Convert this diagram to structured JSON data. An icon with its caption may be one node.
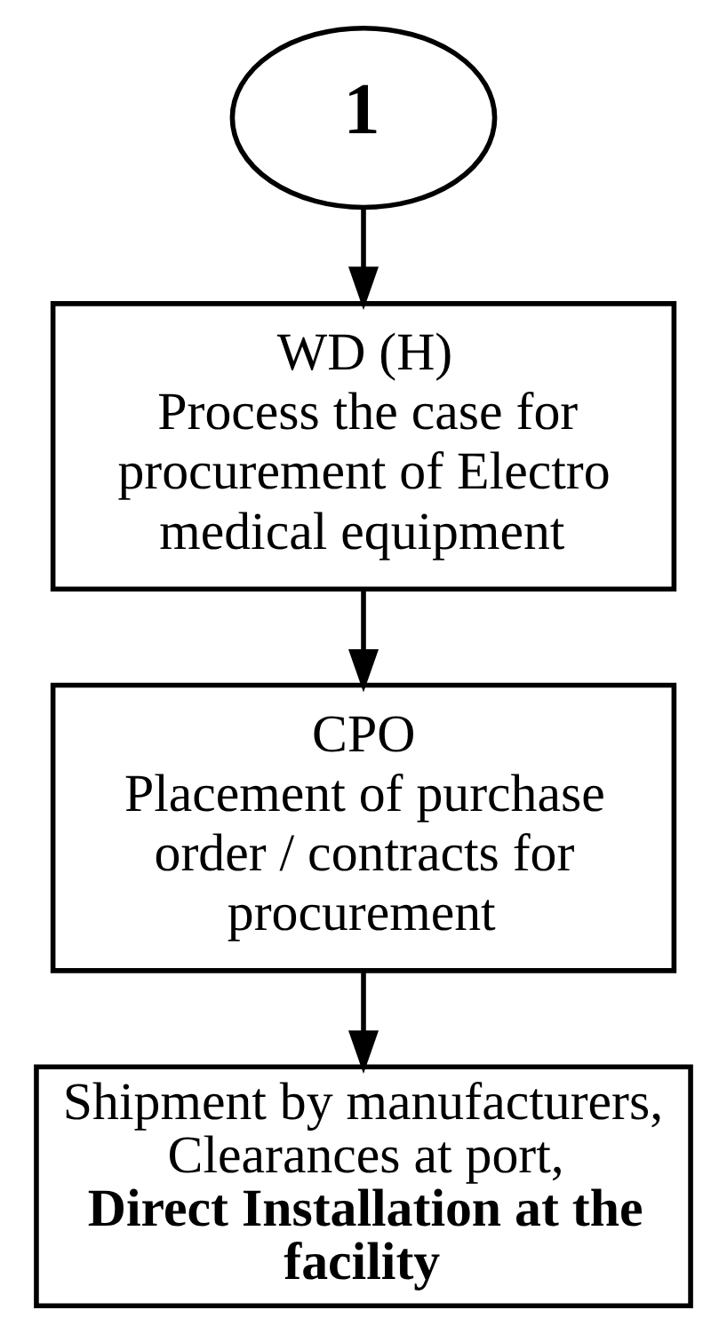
{
  "diagram": {
    "nodes": [
      {
        "text": [
          "**1**"
        ]
      },
      {
        "text": [
          "WD (H)",
          "Process the case for procurement of Electro medical equipment"
        ]
      },
      {
        "text": [
          "CPO",
          "Placement of purchase order / contracts for procurement"
        ]
      },
      {
        "text": [
          "Shipment by manufacturers, Clearances at port, **Direct Installation at the facility**"
        ]
      }
    ],
    "edges": [
      {
        "from": 0,
        "to": 1,
        "arrow": "to"
      },
      {
        "from": 1,
        "to": 2,
        "arrow": "to"
      },
      {
        "from": 2,
        "to": 3,
        "arrow": "to"
      }
    ]
  }
}
